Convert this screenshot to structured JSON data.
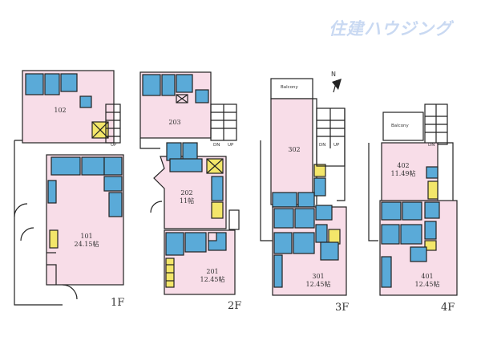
{
  "brand": {
    "logo_text": "住建ハウジング"
  },
  "floors": [
    {
      "label": "1F",
      "units": [
        {
          "number": "102",
          "area": ""
        },
        {
          "number": "101",
          "area": "24.15帖"
        }
      ]
    },
    {
      "label": "2F",
      "units": [
        {
          "number": "203",
          "area": ""
        },
        {
          "number": "202",
          "area": "11帖"
        },
        {
          "number": "201",
          "area": "12.45帖"
        }
      ]
    },
    {
      "label": "3F",
      "units": [
        {
          "number": "302",
          "area": ""
        },
        {
          "number": "301",
          "area": "12.45帖"
        }
      ]
    },
    {
      "label": "4F",
      "units": [
        {
          "number": "402",
          "area": "11.49帖"
        },
        {
          "number": "401",
          "area": "12.45帖"
        }
      ]
    }
  ],
  "balcony_label": "Balcony",
  "stairs": {
    "up": "UP",
    "down": "DN"
  },
  "compass": {
    "north": "N"
  },
  "colors": {
    "room": "#f8dde8",
    "wet": "#5aaad8",
    "storage": "#f3e66a",
    "wall": "#222222",
    "logo": "#c9d9f2"
  }
}
